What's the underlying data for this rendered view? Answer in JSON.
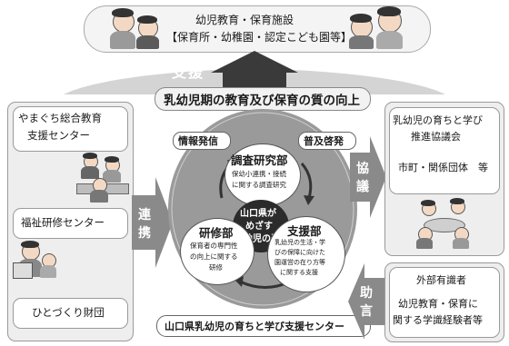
{
  "facilities": {
    "line1": "幼児教育・保育施設",
    "line2": "【保育所・幼稚園・認定こども園等】"
  },
  "support_arrow": "支援",
  "quality_banner": "乳幼児期の教育及び保育の質の向上",
  "left_panel": {
    "yamaguchi_center_l1": "やまぐち総合教育",
    "yamaguchi_center_l2": "支援センター",
    "welfare_center": "福祉研修センター",
    "hitozukuri": "ひとづくり財団"
  },
  "cooperation_label": [
    "連",
    "携"
  ],
  "consult_label": [
    "協",
    "議"
  ],
  "advice_label": [
    "助",
    "言"
  ],
  "center": {
    "info_tag": "情報発信",
    "dissemination_tag": "普及啓発",
    "research_title": "調査研究部",
    "research_desc": [
      "保幼小連携・接続",
      "に関する調査研究"
    ],
    "core": [
      "山口県が",
      "めざす",
      "乳幼児の姿"
    ],
    "training_title": "研修部",
    "training_desc": [
      "保育者の専門性",
      "の向上に関する",
      "研修"
    ],
    "support_title": "支援部",
    "support_desc": [
      "乳幼児の生活・学",
      "びの保障に向けた",
      "園運営の在り方等",
      "に関する支援"
    ],
    "bottom_label": "山口県乳幼児の育ちと学び支援センター"
  },
  "right_top": {
    "title_l1": "乳幼児の育ちと学び",
    "title_l2": "推進協議会",
    "members": "市町・関係団体　等"
  },
  "right_bottom": {
    "title": "外部有識者",
    "desc_l1": "幼児教育・保育に",
    "desc_l2": "関する学識経験者等"
  },
  "colors": {
    "panel_gray": "#eeeeee",
    "ring_gray": "#8f8f8f",
    "core_dark": "#2b2b2b"
  }
}
